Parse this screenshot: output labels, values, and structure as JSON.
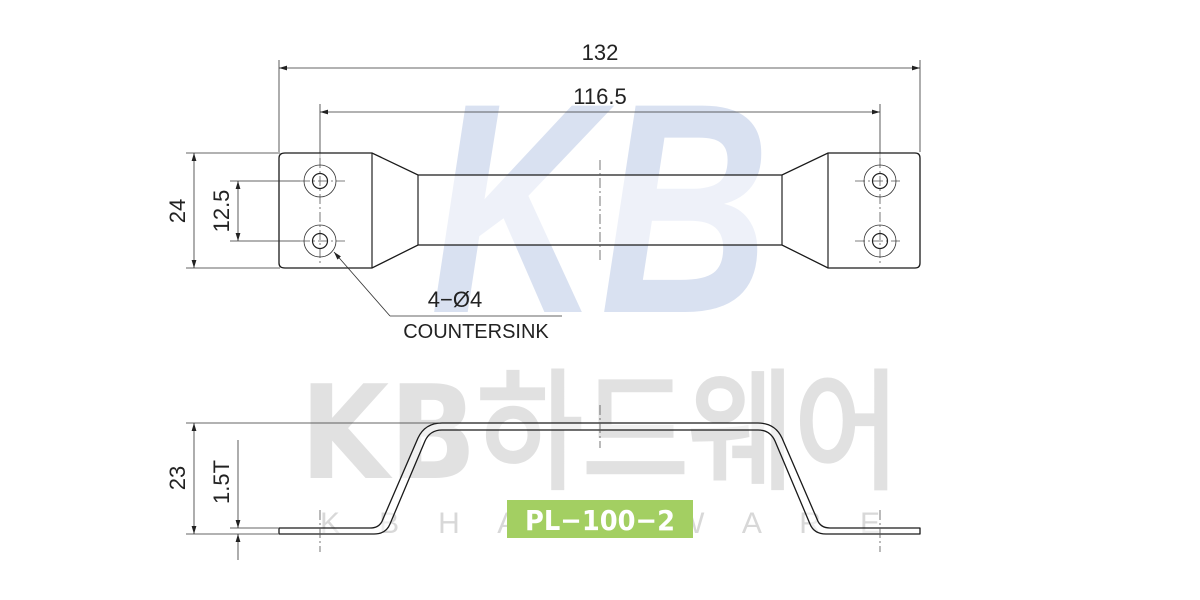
{
  "watermark": {
    "logo_letters": "KB",
    "brand_korean": "KB하드웨어",
    "brand_spaced": "K B   H A R D W A R E",
    "logo_color": "#b9c9e6",
    "text_color": "#c8c8c8"
  },
  "top_view": {
    "overall_length": "132",
    "hole_pitch": "116.5",
    "width": "24",
    "hole_spacing": "12.5",
    "hole_note": "4−Ø4",
    "hole_note_2": "COUNTERSINK"
  },
  "side_view": {
    "height": "23",
    "thickness": "1.5T"
  },
  "model": {
    "label": "PL−100−2",
    "badge_color": "#a3cf62"
  }
}
